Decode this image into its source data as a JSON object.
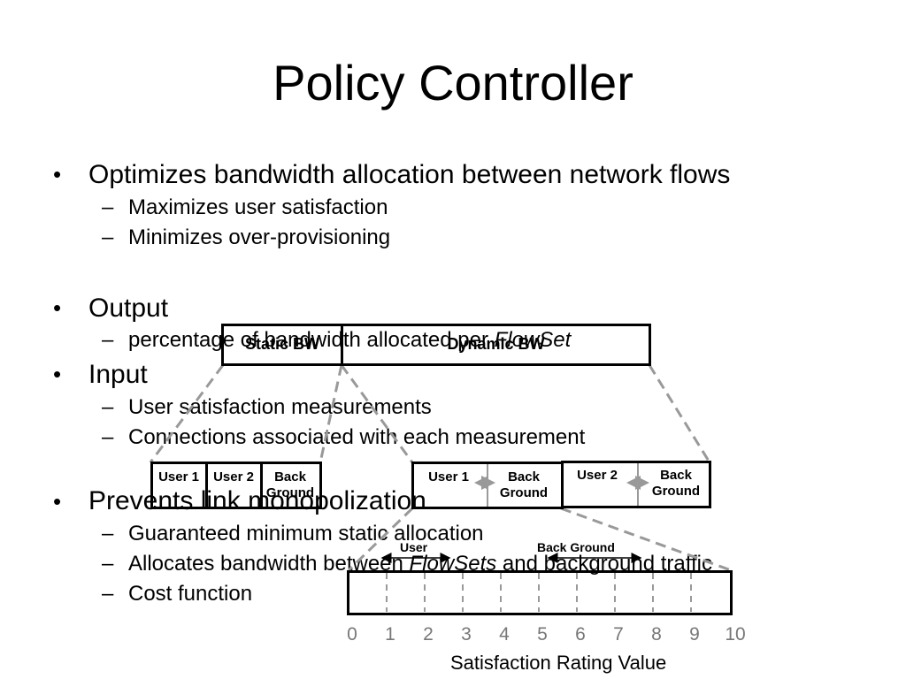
{
  "slide": {
    "title": "Policy Controller",
    "bullets": [
      {
        "text": "Optimizes bandwidth allocation between network flows",
        "subs": [
          "Maximizes user satisfaction",
          "Minimizes over-provisioning"
        ]
      },
      {
        "text": "Output",
        "subs": [
          {
            "prefix": "percentage of bandwidth allocated per ",
            "italic": "FlowSet"
          }
        ]
      },
      {
        "text": "Input",
        "subs": [
          "User satisfaction measurements",
          "Connections associated with each measurement"
        ]
      },
      {
        "text": "Prevents link monopolization",
        "subs": [
          "Guaranteed minimum static allocation",
          {
            "prefix": "Allocates bandwidth between ",
            "italic": "FlowSets",
            "suffix": " and background traffic"
          },
          "Cost function"
        ]
      }
    ],
    "bullet_glyph": "•",
    "dash_glyph": "–"
  },
  "diagram": {
    "top_bar": {
      "static": "Static BW",
      "dynamic": "Dynamic BW"
    },
    "left_group": {
      "cells": [
        "User 1",
        "User 2",
        "Back Ground"
      ]
    },
    "right_group": {
      "cells": [
        "User 1",
        "Back Ground",
        "User 2",
        "Back Ground"
      ]
    },
    "bottom_bar": {
      "user_label": "User",
      "background_label": "Back Ground",
      "ticks": [
        "0",
        "1",
        "2",
        "3",
        "4",
        "5",
        "6",
        "7",
        "8",
        "9",
        "10"
      ],
      "axis_label": "Satisfaction Rating Value"
    },
    "colors": {
      "line": "#000000",
      "dashed": "#999999",
      "tick_text": "#777777"
    }
  }
}
